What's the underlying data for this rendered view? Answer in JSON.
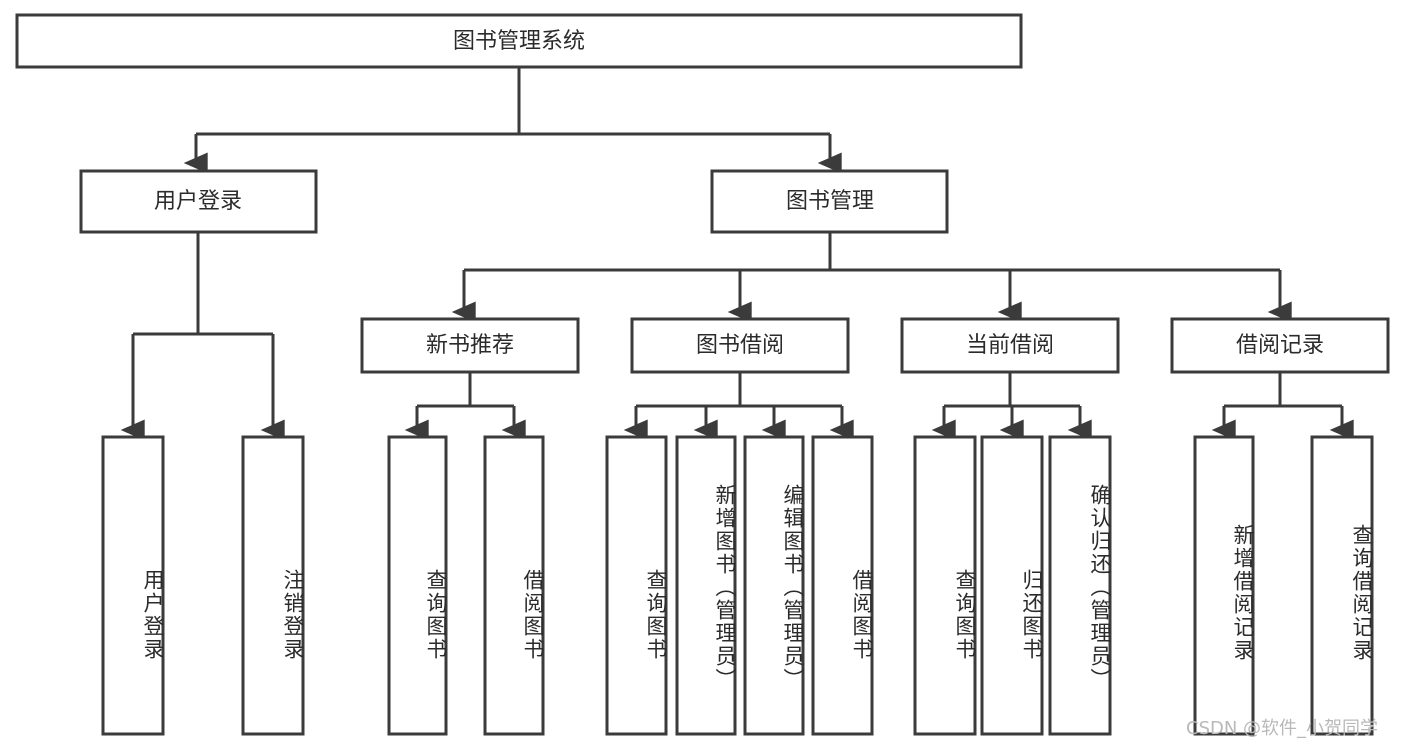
{
  "diagram": {
    "title": "图书管理系统",
    "watermark": "CSDN @软件_小贺同学",
    "colors": {
      "stroke": "#3b3b3b",
      "fill": "#ffffff",
      "text": "#2b2b2b",
      "watermark": "#b9b9b9"
    },
    "root": {
      "label": "图书管理系统"
    },
    "level2": [
      {
        "label": "用户登录"
      },
      {
        "label": "图书管理"
      }
    ],
    "level3": [
      {
        "label": "新书推荐"
      },
      {
        "label": "图书借阅"
      },
      {
        "label": "当前借阅"
      },
      {
        "label": "借阅记录"
      }
    ],
    "leaves": [
      {
        "label": "用户登录",
        "parent": "用户登录"
      },
      {
        "label": "注销登录",
        "parent": "用户登录"
      },
      {
        "label": "查询图书",
        "parent": "新书推荐"
      },
      {
        "label": "借阅图书",
        "parent": "新书推荐"
      },
      {
        "label": "查询图书",
        "parent": "图书借阅"
      },
      {
        "label": "新增图书（管理员）",
        "parent": "图书借阅"
      },
      {
        "label": "编辑图书（管理员）",
        "parent": "图书借阅"
      },
      {
        "label": "借阅图书",
        "parent": "图书借阅"
      },
      {
        "label": "查询图书",
        "parent": "当前借阅"
      },
      {
        "label": "归还图书",
        "parent": "当前借阅"
      },
      {
        "label": "确认归还（管理员）",
        "parent": "当前借阅"
      },
      {
        "label": "新增借阅记录",
        "parent": "借阅记录"
      },
      {
        "label": "查询借阅记录",
        "parent": "借阅记录"
      }
    ]
  }
}
